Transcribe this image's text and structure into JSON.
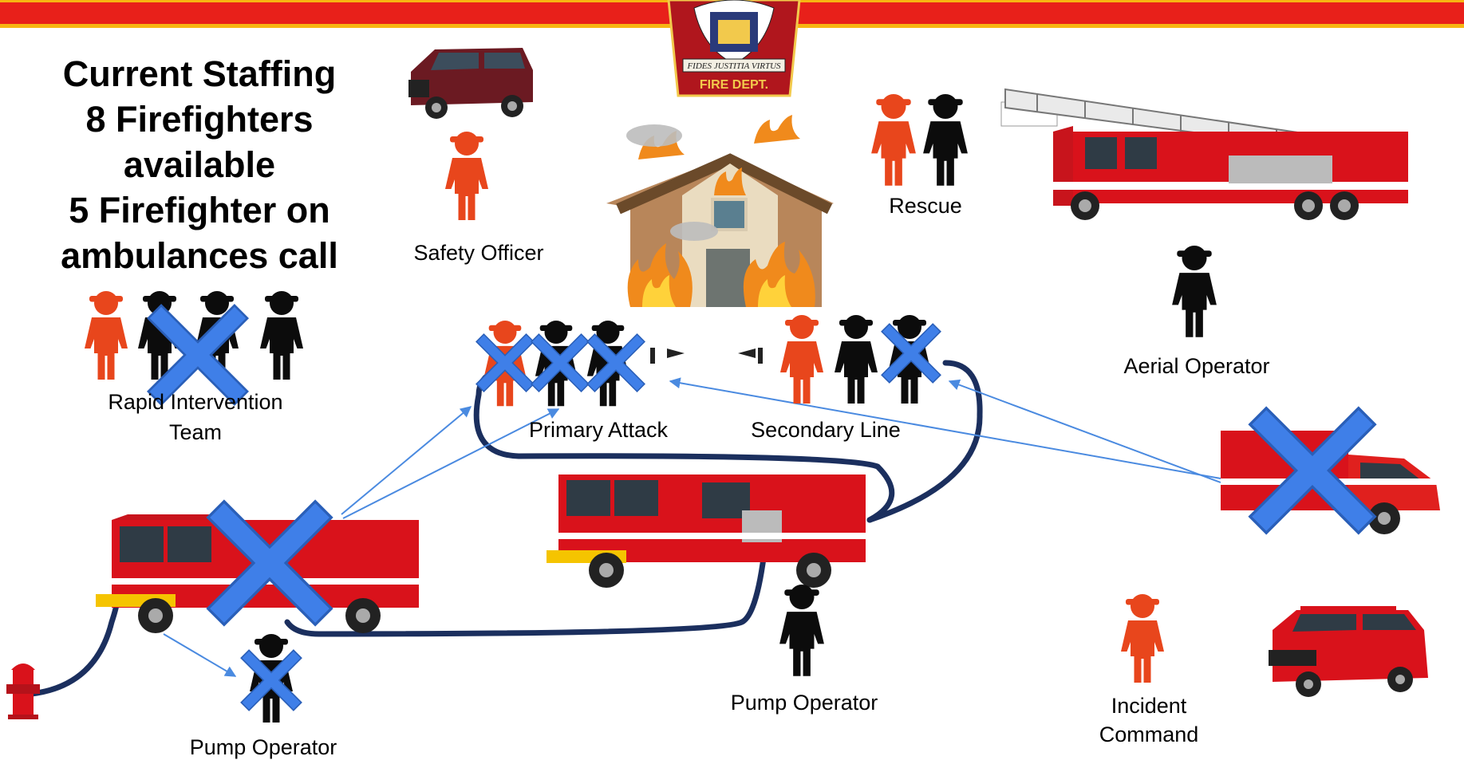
{
  "staffing": {
    "line1": "Current Staffing",
    "line2": "8 Firefighters",
    "line3": "available",
    "line4": "5 Firefighter on",
    "line5": "ambulances call"
  },
  "badge": {
    "text": "FIRE DEPT.",
    "motto": "FIDES JUSTITIA VIRTUS"
  },
  "labels": {
    "safety_officer": "Safety Officer",
    "rescue": "Rescue",
    "aerial_operator": "Aerial Operator",
    "rit_line1": "Rapid Intervention",
    "rit_line2": "Team",
    "primary_attack": "Primary Attack",
    "secondary_line": "Secondary Line",
    "pump_operator_left": "Pump Operator",
    "pump_operator_center": "Pump Operator",
    "incident_line1": "Incident",
    "incident_line2": "Command"
  },
  "colors": {
    "banner_red": "#e8201a",
    "banner_yellow": "#f7b512",
    "firefighter_orange": "#e8461c",
    "firefighter_black": "#0c0c0c",
    "cross_blue": "#3f7fe8",
    "hose_navy": "#1b2f5e",
    "arrow_blue": "#4a8ae0",
    "truck_red": "#d9121b"
  }
}
